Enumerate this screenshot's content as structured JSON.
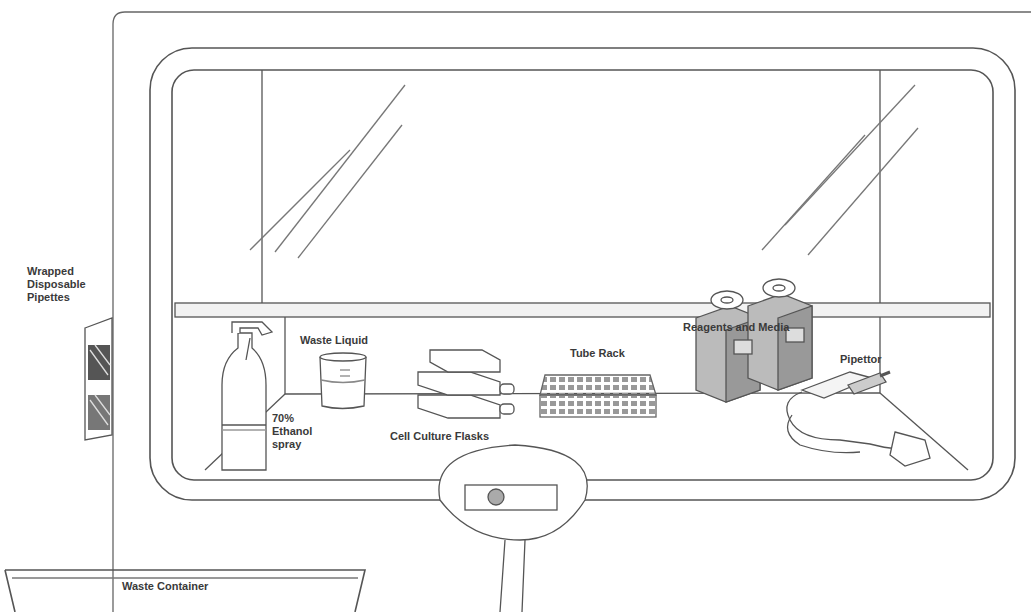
{
  "diagram": {
    "labels": [
      "Wrapped Disposable Pipettes",
      "Waste Liquid",
      "70% Ethanol spray",
      "Cell Culture Flasks",
      "Tube Rack",
      "Reagents and Media",
      "Pipettor",
      "Waste Container"
    ]
  }
}
